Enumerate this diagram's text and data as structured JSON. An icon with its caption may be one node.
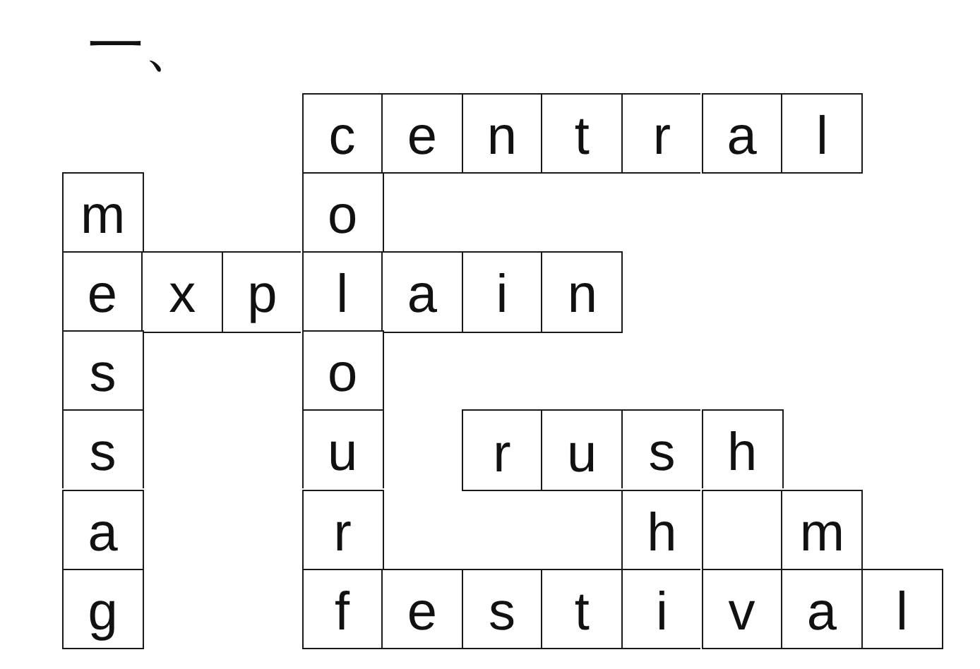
{
  "diagram": {
    "title": "一、",
    "nodes": [
      {
        "text": [
          "c"
        ]
      },
      {
        "text": [
          "e"
        ]
      },
      {
        "text": [
          "n"
        ]
      },
      {
        "text": [
          "t"
        ]
      },
      {
        "text": [
          "r"
        ]
      },
      {
        "text": [
          "a"
        ]
      },
      {
        "text": [
          "l"
        ]
      },
      {
        "text": [
          "m"
        ]
      },
      {
        "text": [
          "o"
        ]
      },
      {
        "text": [
          "e"
        ]
      },
      {
        "text": [
          "x"
        ]
      },
      {
        "text": [
          "p"
        ]
      },
      {
        "text": [
          "l"
        ]
      },
      {
        "text": [
          "a"
        ]
      },
      {
        "text": [
          "i"
        ]
      },
      {
        "text": [
          "n"
        ]
      },
      {
        "text": [
          "s"
        ]
      },
      {
        "text": [
          "o"
        ]
      },
      {
        "text": [
          "s"
        ]
      },
      {
        "text": [
          "u"
        ]
      },
      {
        "text": [
          "r"
        ]
      },
      {
        "text": [
          "u"
        ]
      },
      {
        "text": [
          "s"
        ]
      },
      {
        "text": [
          "h"
        ]
      },
      {
        "text": [
          "a"
        ]
      },
      {
        "text": [
          "r"
        ]
      },
      {
        "text": [
          "h"
        ]
      },
      {
        "text": [],
        "shape": "box"
      },
      {
        "text": [
          "m"
        ]
      },
      {
        "text": [
          "g"
        ]
      },
      {
        "text": [
          "f"
        ]
      },
      {
        "text": [
          "e"
        ]
      },
      {
        "text": [
          "s"
        ]
      },
      {
        "text": [
          "t"
        ]
      },
      {
        "text": [
          "i"
        ]
      },
      {
        "text": [
          "v"
        ]
      },
      {
        "text": [
          "a"
        ]
      },
      {
        "text": [
          "l"
        ]
      }
    ]
  }
}
